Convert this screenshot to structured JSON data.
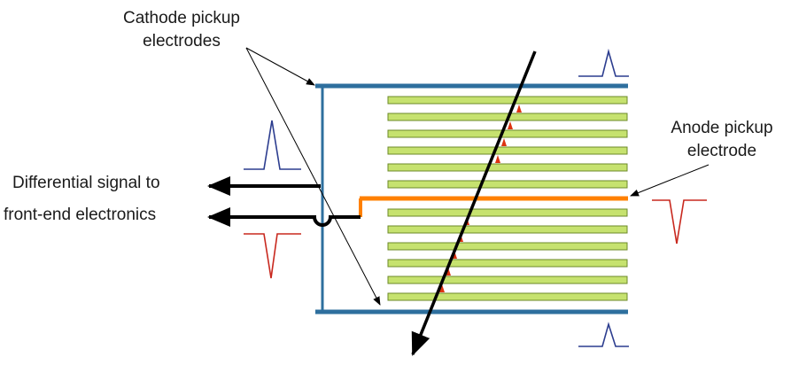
{
  "labels": {
    "cathode_line1": "Cathode pickup",
    "cathode_line2": "electrodes",
    "anode_line1": "Anode pickup",
    "anode_line2": "electrode",
    "signal_line1": "Differential signal to",
    "signal_line2": "front-end electronics"
  },
  "colors": {
    "cathode_electrode": "#2e6f9e",
    "anode_electrode": "#ff8000",
    "glass_plate_fill": "#c6e26f",
    "glass_plate_stroke": "#6c8a28",
    "avalanche": "#dd3311",
    "positive_pulse": "#2c3d8f",
    "negative_pulse": "#c8281e",
    "wire": "#000000"
  },
  "icons": {
    "particle_track": "diagonal-arrow-down",
    "signal_outputs": "left-arrows"
  }
}
